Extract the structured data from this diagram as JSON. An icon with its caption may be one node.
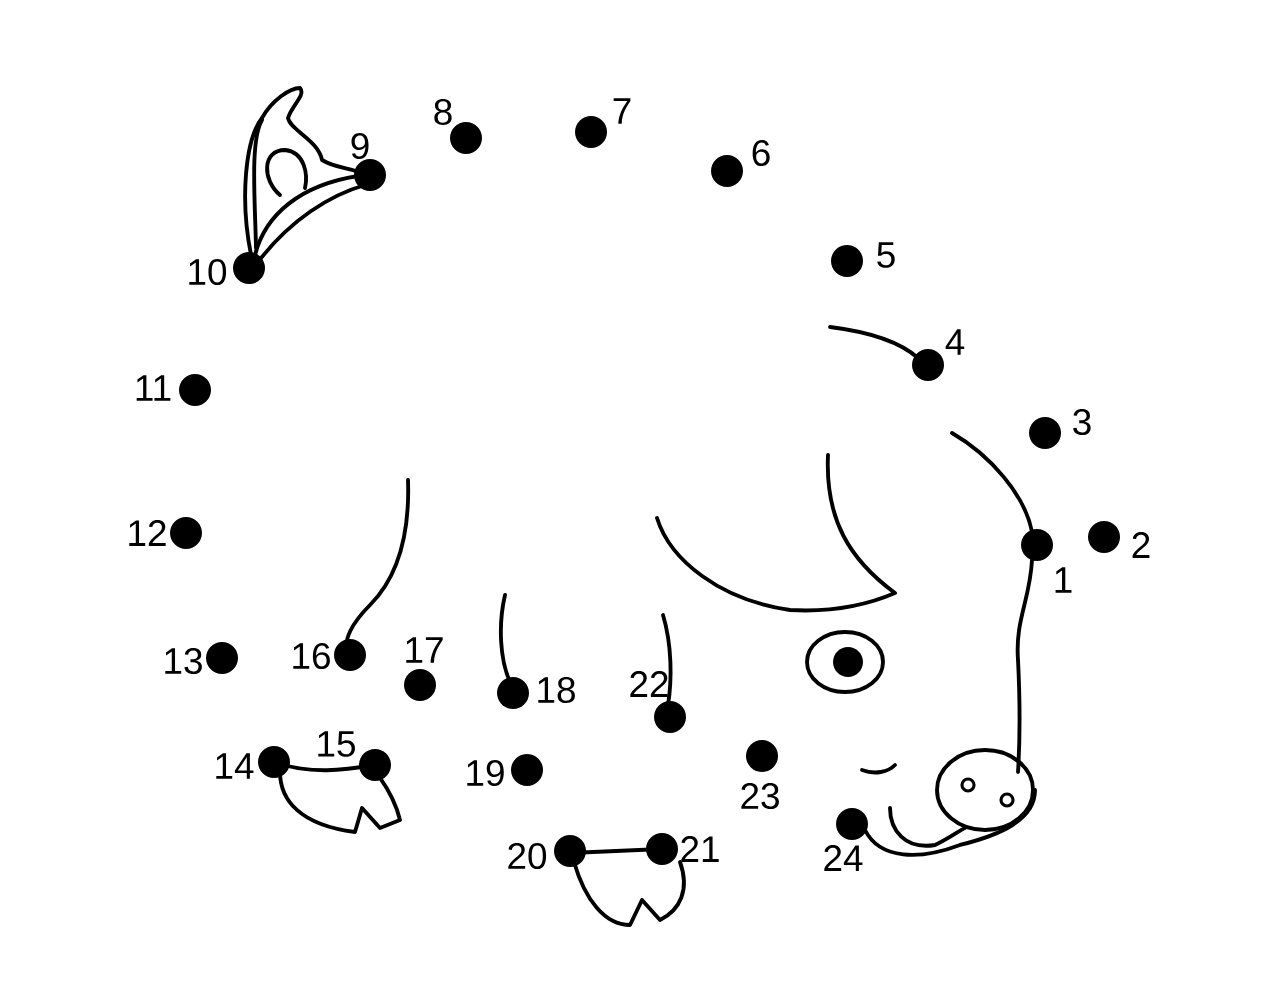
{
  "diagram": {
    "labels": [
      "1",
      "2",
      "3",
      "4",
      "5",
      "6",
      "7",
      "8",
      "9",
      "10",
      "11",
      "12",
      "13",
      "14",
      "15",
      "16",
      "17",
      "18",
      "19",
      "20",
      "21",
      "22",
      "23",
      "24"
    ]
  }
}
